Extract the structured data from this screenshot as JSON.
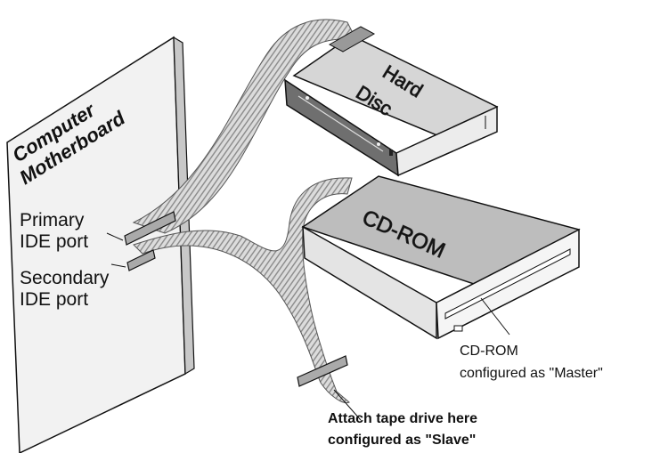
{
  "motherboard": {
    "title_line1": "Computer",
    "title_line2": "Motherboard",
    "primary_line1": "Primary",
    "primary_line2": "IDE port",
    "secondary_line1": "Secondary",
    "secondary_line2": "IDE port"
  },
  "hard_disc": {
    "label_line1": "Hard",
    "label_line2": "Disc"
  },
  "cdrom": {
    "label": "CD-ROM",
    "caption_line1": "CD-ROM",
    "caption_line2": "configured as \"Master\""
  },
  "tape_note": {
    "line1": "Attach tape drive here",
    "line2": "configured as \"Slave\""
  },
  "colors": {
    "cable_dark": "#888888",
    "cable_light": "#dcdcdc",
    "face_light": "#f2f2f2",
    "face_mid": "#d0d0d0",
    "face_dark": "#a8a8a8",
    "outline": "#111111"
  }
}
